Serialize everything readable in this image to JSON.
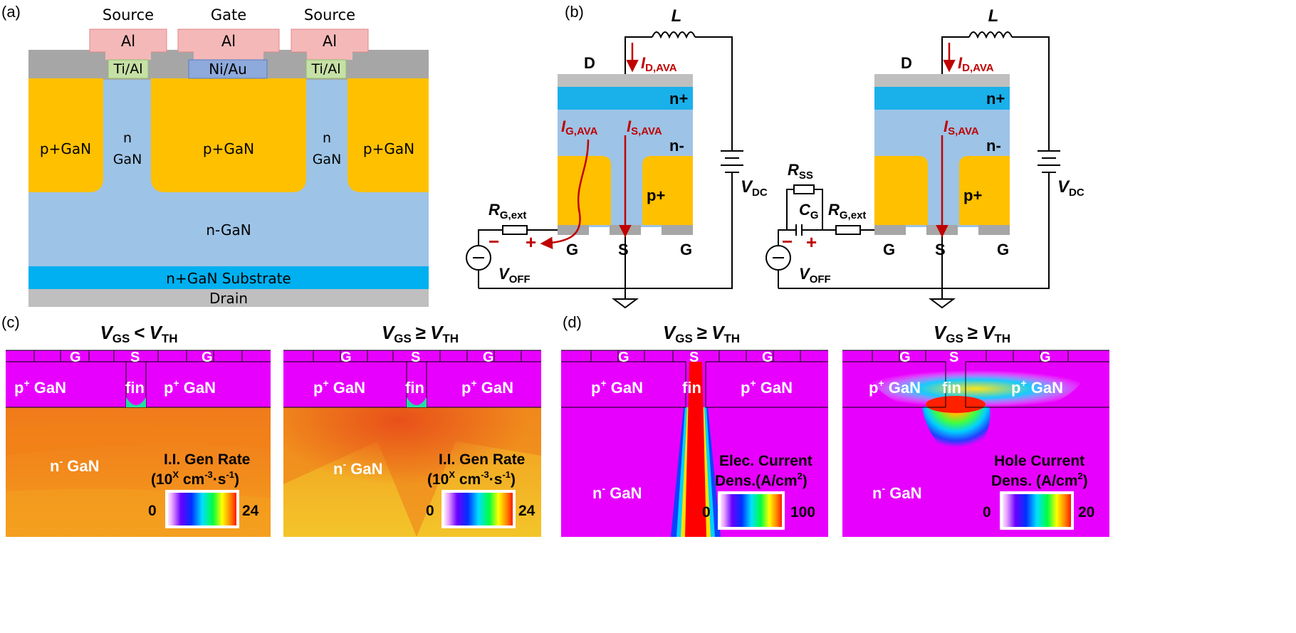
{
  "panels": {
    "a": {
      "tag": "(a)",
      "top": {
        "source_left": "Source",
        "gate": "Gate",
        "source_right": "Source",
        "al": "Al",
        "tial": "Ti/Al",
        "niau": "Ni/Au"
      },
      "regions": {
        "p_left": "p+GaN",
        "p_mid": "p+GaN",
        "p_right": "p+GaN",
        "n_fin_1": "n",
        "n_fin_2": "GaN",
        "n_drift": "n-GaN",
        "substrate": "n+GaN Substrate",
        "drain": "Drain"
      }
    },
    "b": {
      "tag": "(b)",
      "labels": {
        "L": "L",
        "D": "D",
        "I": "I",
        "D_AVA": "D,AVA",
        "G_AVA": "G,AVA",
        "S_AVA": "S,AVA",
        "nplus": "n+",
        "nminus": "n-",
        "pplus": "p+",
        "V": "V",
        "DC": "DC",
        "OFF": "OFF",
        "R": "R",
        "Gext": "G,ext",
        "SS": "SS",
        "C": "C",
        "Gsub": "G",
        "G": "G",
        "S": "S",
        "minus": "−",
        "plus": "+"
      }
    },
    "c": {
      "tag": "(c)",
      "sim1": {
        "title_v": "V",
        "title_gs": "GS",
        "title_rel": "<",
        "title_th": "TH",
        "legend_l1": "I.I. Gen Rate",
        "legend_l2": "(10",
        "legend_x": "X",
        "legend_l2b": " cm",
        "legend_exp1": "-3",
        "legend_dot": "·s",
        "legend_exp2": "-1",
        "legend_close": ")",
        "min": "0",
        "max": "24"
      },
      "sim2": {
        "title_v": "V",
        "title_gs": "GS",
        "title_rel": "≥",
        "title_th": "TH",
        "legend_l1": "I.I. Gen Rate",
        "legend_l2": "(10",
        "legend_x": "X",
        "legend_l2b": " cm",
        "legend_exp1": "-3",
        "legend_dot": "·s",
        "legend_exp2": "-1",
        "legend_close": ")",
        "min": "0",
        "max": "24"
      }
    },
    "d": {
      "tag": "(d)",
      "sim3": {
        "title_v": "V",
        "title_gs": "GS",
        "title_rel": "≥",
        "title_th": "TH",
        "legend_l1": "Elec. Current",
        "legend_l2": "Dens.(A/cm",
        "legend_sq": "2",
        "legend_close": ")",
        "min": "0",
        "max": "100"
      },
      "sim4": {
        "title_v": "V",
        "title_gs": "GS",
        "title_rel": "≥",
        "title_th": "TH",
        "legend_l1": "Hole Current",
        "legend_l2": "Dens. (A/cm",
        "legend_sq": "2",
        "legend_close": ")",
        "min": "0",
        "max": "20"
      }
    },
    "sim_labels": {
      "G": "G",
      "S": "S",
      "p": "p",
      "plus": "+",
      "GaN": " GaN",
      "fin": "fin",
      "n": "n",
      "minus": "-"
    }
  },
  "colors": {
    "pgan": "#FFC000",
    "ngan": "#9DC3E6",
    "nplus": "#1AB0EA",
    "al": "#F4B8B8",
    "tial": "#C6E0A6",
    "niau": "#8EA9DB",
    "metal": "#A6A6A6",
    "magenta": "#E800FF",
    "arrow": "#C00000"
  }
}
